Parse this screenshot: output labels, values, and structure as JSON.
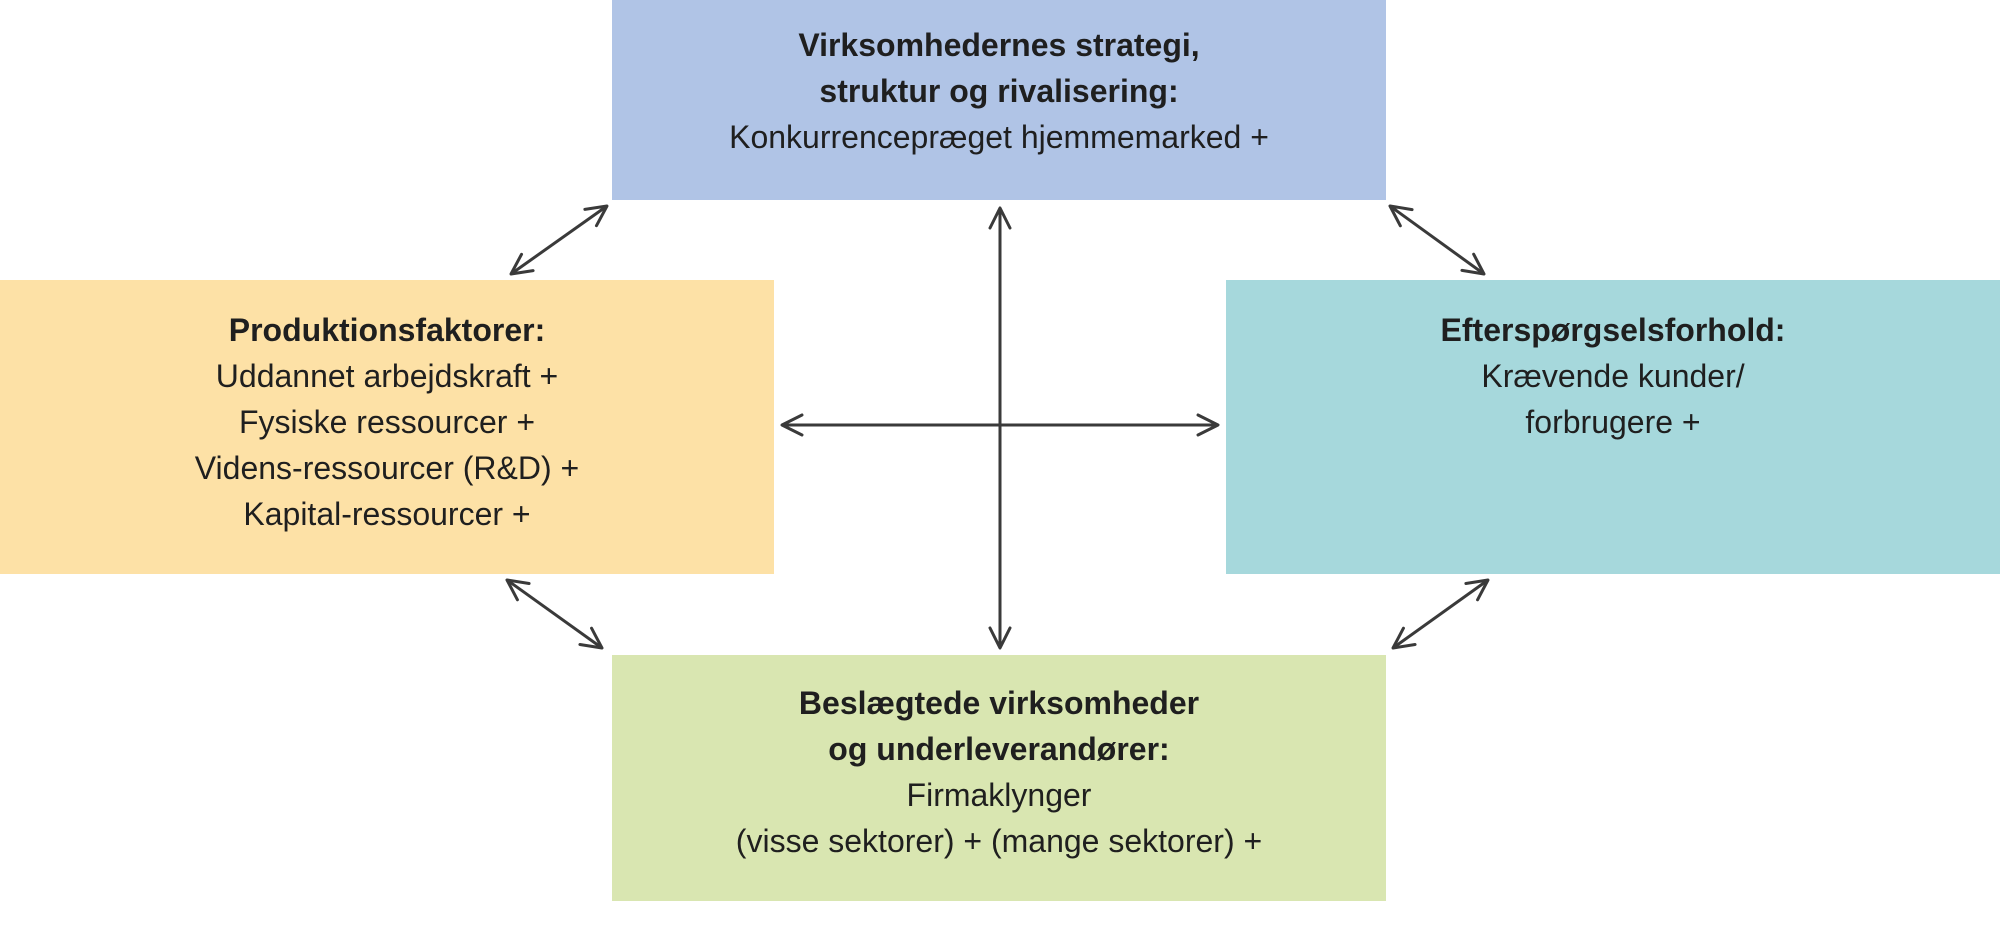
{
  "boxes": {
    "top": {
      "title": [
        "Virksomhedernes strategi,",
        "struktur og rivalisering:"
      ],
      "lines": [
        "Konkurrencepræget hjemmemarked +"
      ],
      "color": "#b0c4e6"
    },
    "left": {
      "title": [
        "Produktionsfaktorer:"
      ],
      "lines": [
        "Uddannet arbejdskraft +",
        "Fysiske ressourcer +",
        "Videns-ressourcer (R&D) +",
        "Kapital-ressourcer +"
      ],
      "color": "#fde1a6"
    },
    "right": {
      "title": [
        "Efterspørgselsforhold:"
      ],
      "lines": [
        "Krævende kunder/",
        "forbrugere +"
      ],
      "color": "#a6d8dc"
    },
    "bottom": {
      "title": [
        "Beslægtede virksomheder",
        "og underleverandører:"
      ],
      "lines": [
        "Firmaklynger",
        "(visse sektorer) + (mange sektorer) +"
      ],
      "color": "#d9e6b1"
    }
  },
  "connections": [
    {
      "from": "top",
      "to": "left",
      "type": "double-arrow"
    },
    {
      "from": "top",
      "to": "right",
      "type": "double-arrow"
    },
    {
      "from": "left",
      "to": "bottom",
      "type": "double-arrow"
    },
    {
      "from": "right",
      "to": "bottom",
      "type": "double-arrow"
    },
    {
      "from": "top",
      "to": "bottom",
      "type": "double-arrow"
    },
    {
      "from": "left",
      "to": "right",
      "type": "double-arrow"
    }
  ],
  "arrow_color": "#3a3a3a"
}
